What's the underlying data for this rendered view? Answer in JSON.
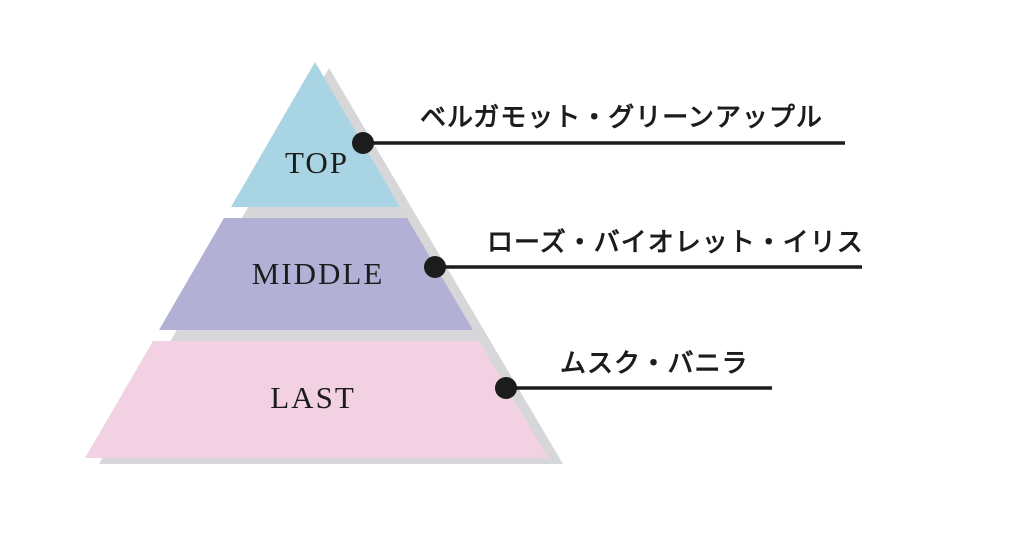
{
  "diagram": {
    "title": "fragrance-note-pyramid",
    "levels": [
      {
        "name": "TOP",
        "notes": "ベルガモット・グリーンアップル",
        "color": "#a8d4e4"
      },
      {
        "name": "MIDDLE",
        "notes": "ローズ・バイオレット・イリス",
        "color": "#b3b0d6"
      },
      {
        "name": "LAST",
        "notes": "ムスク・バニラ",
        "color": "#f2d2e2"
      }
    ],
    "shadow_color": "#d7d7d9",
    "line_color": "#1c1c1c",
    "dot_color": "#1c1c1c"
  }
}
